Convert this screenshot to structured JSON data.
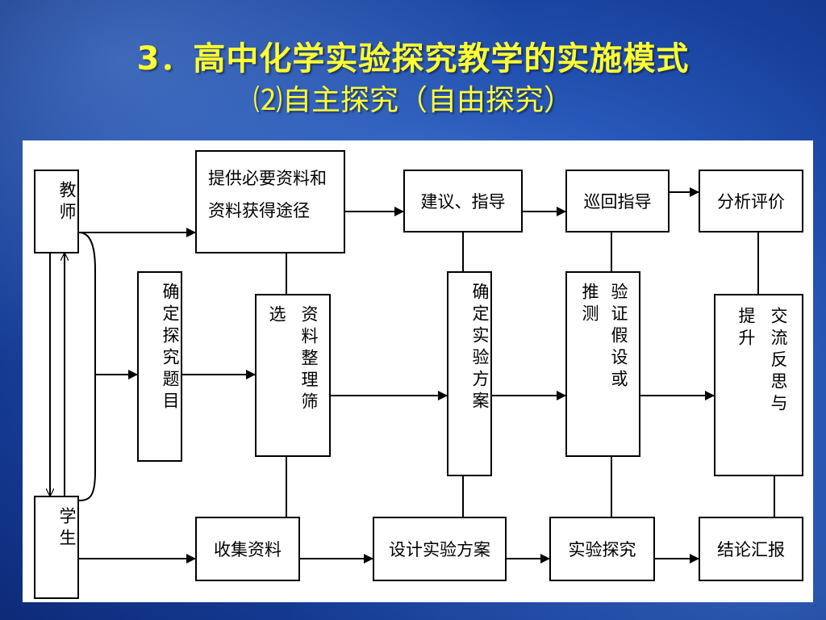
{
  "title": "3．高中化学实验探究教学的实施模式",
  "subtitle": "⑵自主探究（自由探究）",
  "diagram": {
    "teacher": "教师",
    "student": "学生",
    "provide_materials_line1": "提供必要资料和",
    "provide_materials_line2": "资料获得途径",
    "suggest_guide": "建议、指导",
    "patrol_guide": "巡回指导",
    "analyze_evaluate": "分析评价",
    "determine_topic": "确定探究题目",
    "select_col1": "选",
    "select_col2": "资料整理筛",
    "determine_plan": "确定实验方案",
    "verify_col1": "推测",
    "verify_col2": "验证假设或",
    "reflect_col1": "提升",
    "reflect_col2": "交流反思与",
    "collect_materials": "收集资料",
    "design_plan": "设计实验方案",
    "experiment_explore": "实验探究",
    "conclusion_report": "结论汇报"
  }
}
